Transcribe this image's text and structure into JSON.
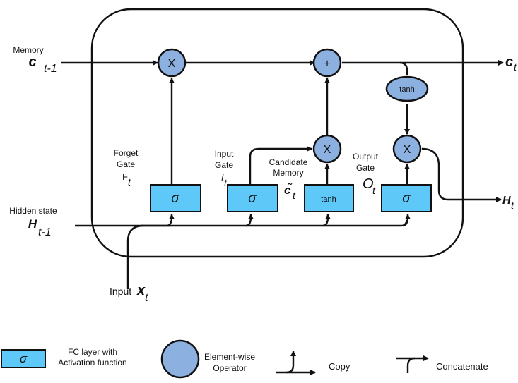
{
  "inputs": {
    "memory_label": "Memory",
    "memory_symbol": "c",
    "memory_sub": "t-1",
    "hidden_label": "Hidden state",
    "hidden_symbol": "H",
    "hidden_sub": "t-1",
    "input_label": "Input",
    "input_symbol": "x",
    "input_sub": "t"
  },
  "outputs": {
    "memory_symbol": "c",
    "memory_sub": "t",
    "hidden_symbol": "H",
    "hidden_sub": "t"
  },
  "gates": {
    "forget": {
      "line1": "Forget",
      "line2": "Gate",
      "symbol": "F",
      "sub": "t",
      "activation": "σ"
    },
    "input": {
      "line1": "Input",
      "line2": "Gate",
      "symbol": "I",
      "sub": "t",
      "activation": "σ"
    },
    "candidate": {
      "line1": "Candidate",
      "line2": "Memory",
      "symbol": "c̃",
      "sub": "t",
      "activation": "tanh"
    },
    "output": {
      "line1": "Output",
      "line2": "Gate",
      "symbol": "O",
      "sub": "t",
      "activation": "σ"
    }
  },
  "operators": {
    "forget_mul": "X",
    "input_mul": "X",
    "add": "+",
    "output_mul": "X",
    "tanh": "tanh"
  },
  "legend": {
    "fc_symbol": "σ",
    "fc_line1": "FC layer with",
    "fc_line2": "Activation function",
    "op_line1": "Element-wise",
    "op_line2": "Operator",
    "copy": "Copy",
    "concat": "Concatenate"
  },
  "colors": {
    "fc_fill": "#5ec8f8",
    "op_fill": "#8cb0e0"
  }
}
